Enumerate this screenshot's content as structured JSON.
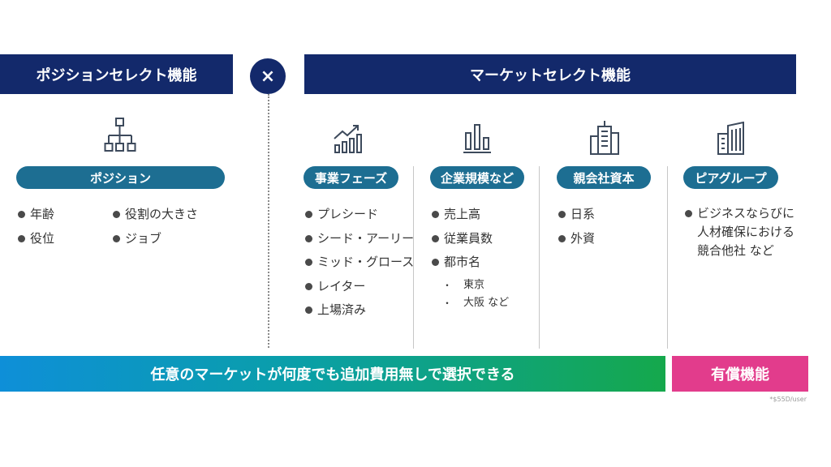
{
  "left_header": "ポジションセレクト機能",
  "cross": "×",
  "right_header": "マーケットセレクト機能",
  "position": {
    "icon": "org-chart-icon",
    "pill": "ポジション",
    "items_col1": [
      "年齢",
      "役位"
    ],
    "items_col2": [
      "役割の大きさ",
      "ジョブ"
    ]
  },
  "columns": [
    {
      "icon": "growth-chart-icon",
      "pill": "事業フェーズ",
      "items": [
        "プレシード",
        "シード・アーリー",
        "ミッド・グロース",
        "レイター",
        "上場済み"
      ]
    },
    {
      "icon": "bar-chart-icon",
      "pill": "企業規模など",
      "items": [
        "売上高",
        "従業員数",
        "都市名"
      ],
      "sub_items": [
        "東京",
        "大阪 など"
      ]
    },
    {
      "icon": "buildings-icon",
      "pill": "親会社資本",
      "items": [
        "日系",
        "外資"
      ]
    },
    {
      "icon": "office-building-icon",
      "pill": "ピアグループ",
      "text_lines": [
        "ビジネスならびに",
        "人材確保における",
        "競合他社 など"
      ]
    }
  ],
  "bottom_main": "任意のマーケットが何度でも追加費用無しで選択できる",
  "bottom_paid": "有償機能",
  "footnote": "*$55D/user",
  "colors": {
    "navy": "#13296b",
    "teal_pill": "#1d6e92",
    "gradient_start": "#0e8fd8",
    "gradient_end": "#15a84c",
    "paid": "#e23c8c"
  }
}
